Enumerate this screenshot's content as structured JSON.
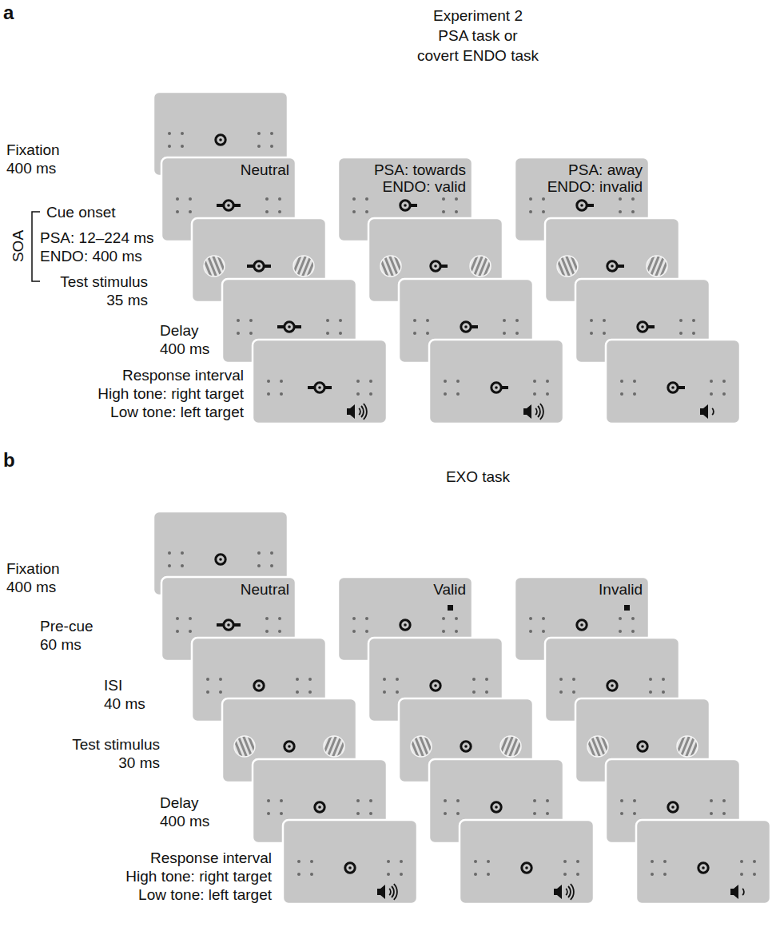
{
  "diagram": {
    "labels": [
      "a",
      "Experiment 2",
      "PSA task or",
      "covert ENDO task",
      "Fixation",
      "400 ms",
      "Neutral",
      "PSA: towards",
      "ENDO: valid",
      "PSA: away",
      "ENDO: invalid",
      "Cue onset",
      "SOA",
      "PSA: 12–224 ms",
      "ENDO: 400 ms",
      "Test stimulus",
      "35 ms",
      "Delay",
      "400 ms",
      "Response interval",
      "High tone: right target",
      "Low tone: left target",
      "b",
      "EXO task",
      "Fixation",
      "400 ms",
      "Neutral",
      "Valid",
      "Invalid",
      "Pre-cue",
      "60 ms",
      "ISI",
      "40 ms",
      "Test stimulus",
      "30 ms",
      "Delay",
      "400 ms",
      "Response interval",
      "High tone: right target",
      "Low tone: left target"
    ]
  }
}
